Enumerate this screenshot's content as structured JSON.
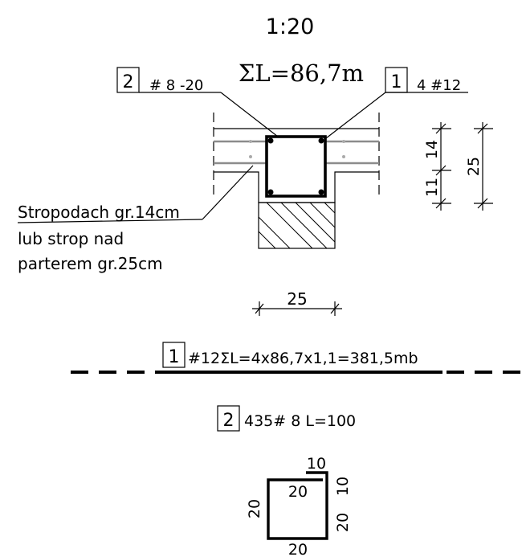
{
  "scale": "1:20",
  "total_length": "ΣL=86,7m",
  "marks": [
    {
      "id": "2",
      "label": "# 8 -20"
    },
    {
      "id": "1",
      "label": "4 #12"
    }
  ],
  "slab_note": [
    "Stropodach gr.14cm",
    "lub strop nad",
    "parterem gr.25cm"
  ],
  "dims": {
    "slab_thin": "14",
    "below": "11",
    "slab_thick": "25",
    "width": "25"
  },
  "bar1": {
    "id": "1",
    "text": "#12ΣL=4x86,7x1,1=381,5mb"
  },
  "bar2": {
    "id": "2",
    "text": "435# 8 L=100"
  },
  "stirrup_dims": {
    "hook": "10",
    "top": "20",
    "left": "20",
    "right_inner": "20",
    "right_outer": "10",
    "bottom": "20"
  }
}
